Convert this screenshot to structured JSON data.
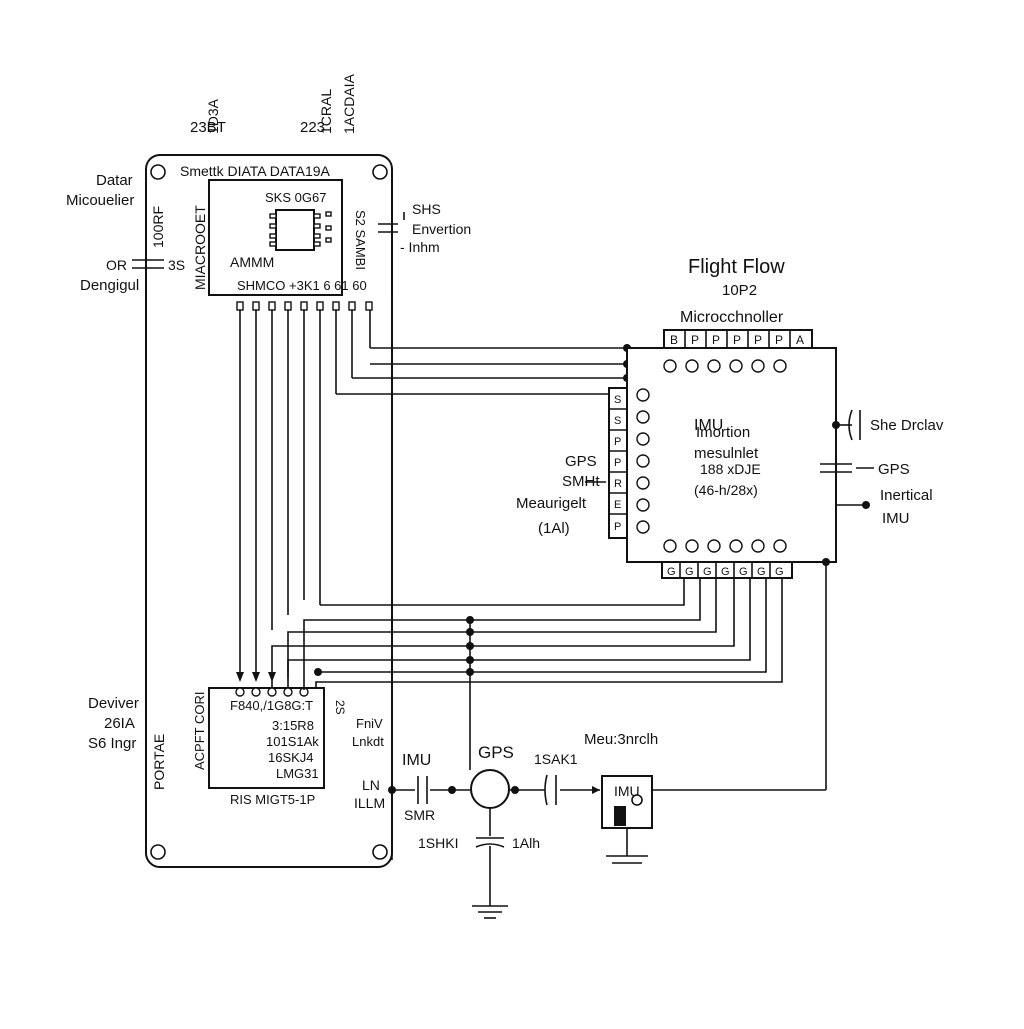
{
  "header": {
    "top_a1": "23BT",
    "top_a2": "1D3A",
    "top_b1": "223",
    "top_b2": "1CRAL",
    "top_b3": "1ACDAIA"
  },
  "board": {
    "left_title1": "Datar",
    "left_title2": "Micouelier",
    "left_or": "OR",
    "left_design": "Dengigul",
    "left_cap_a": "100RF",
    "left_cap_b": "3S",
    "left_driver1": "Deviver",
    "left_driver2": "26IA",
    "left_driver3": "S6 Ingr",
    "portable": "PORTAE"
  },
  "mcu_top": {
    "header": "Smettk DIATA  DATA19A",
    "chip": "SKS 0G67",
    "vertical": "MIACROOET",
    "amm": "AMMM",
    "right_vertical": "S2 SAMBI",
    "pin_row": "SHMCO +3K1 6 61 60"
  },
  "mcu_bottom": {
    "vertical": "ACPFT CORI",
    "header": "F840,/1G8G:T",
    "line1": "3:15R8",
    "line2": "101S1Ak",
    "line3": "16SKJ4",
    "line4": "LMG31",
    "footer": "RIS MIGT5-1P",
    "right1": "FniV",
    "right2": "Lnkdt"
  },
  "side_labels": {
    "shs": "SHS",
    "envertion": "Envertion",
    "inhm": "- Inhm",
    "ln": "LN",
    "illm": "ILLM"
  },
  "flight": {
    "title": "Flight Flow",
    "subtitle": "10P2",
    "micro": "Microcchnoller",
    "top_pins": [
      "B",
      "P",
      "P",
      "P",
      "P",
      "P",
      "A"
    ],
    "imu1": "IMU",
    "imu2": "Imortion",
    "imu3": "mesulnlet",
    "imu4": "188 xDJE",
    "imu5": "(46-h/28x)",
    "left_gps": "GPS",
    "left_smt": "SMHt",
    "left_meas": "Meaurigelt",
    "left_1al": "(1Al)",
    "left_pins": [
      "S",
      "S",
      "P",
      "P",
      "R",
      "E",
      "P"
    ],
    "bottom_pins": [
      "G",
      "G",
      "G",
      "G",
      "G",
      "G",
      "G"
    ],
    "right_she": "She Drclav",
    "right_gps": "GPS",
    "right_inert1": "Inertical",
    "right_inert2": "IMU"
  },
  "bottom_chain": {
    "imu": "IMU",
    "gps": "GPS",
    "smr": "SMR",
    "cap_label": "1SAK1",
    "ghs": "1SHKI",
    "ah": "1Alh",
    "mes": "Meu:3nrclh",
    "imu_box": "IMU"
  }
}
